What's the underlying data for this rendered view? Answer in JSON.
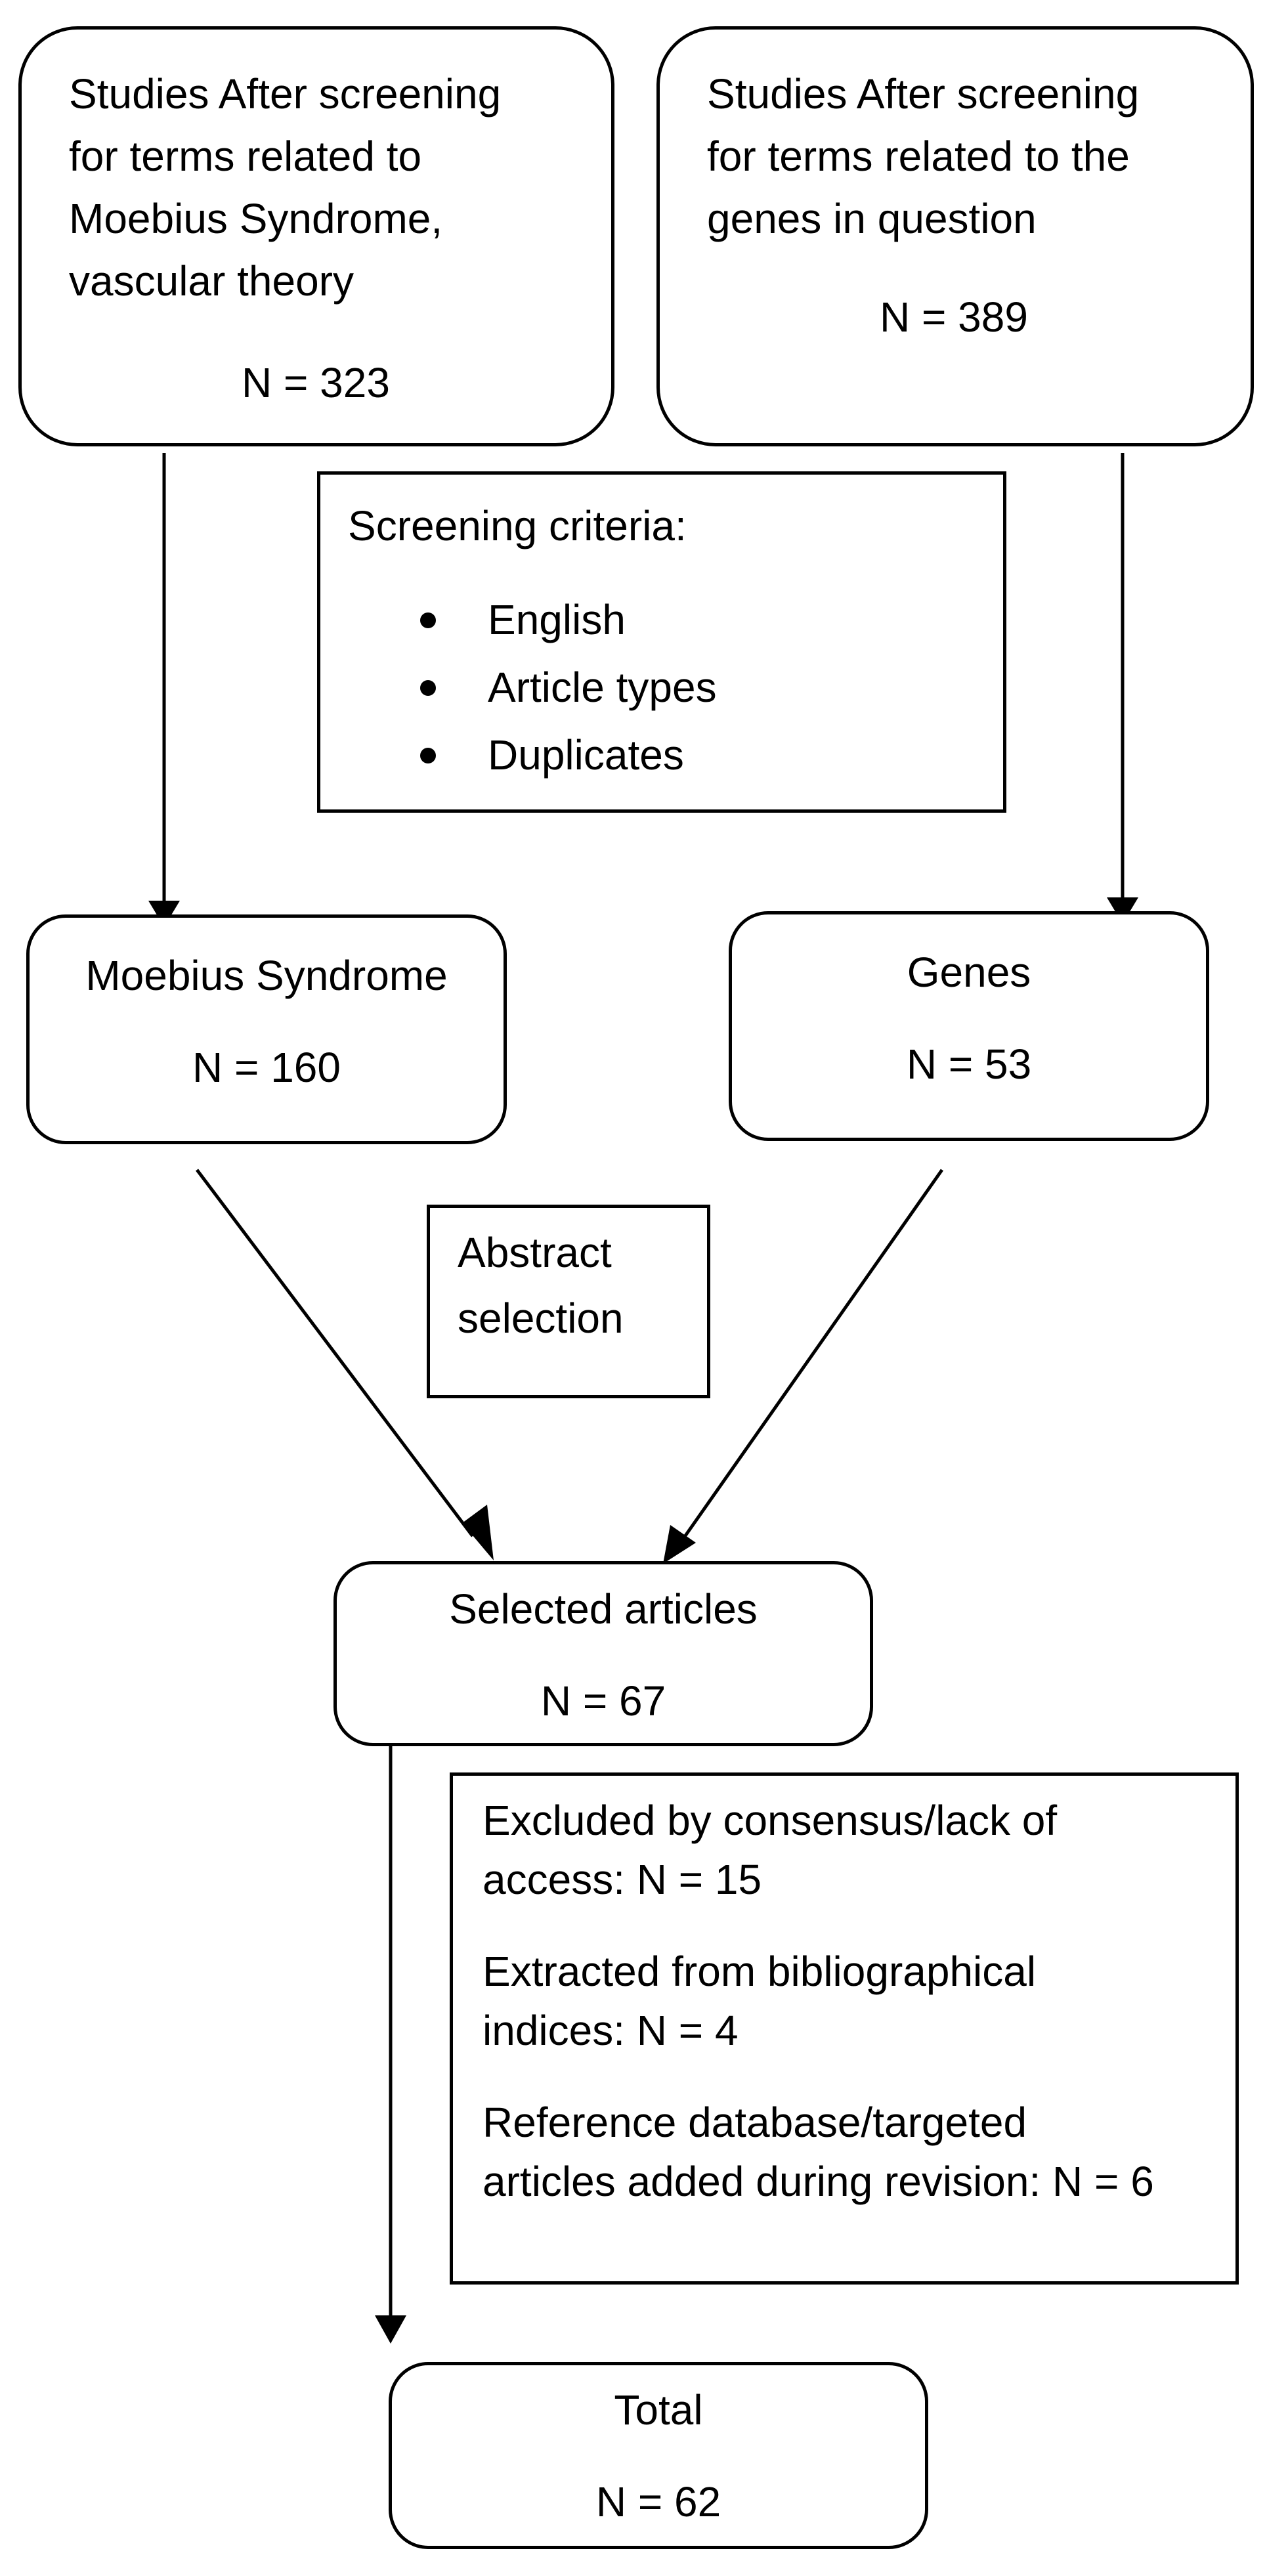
{
  "boxes": {
    "studies_moebius": {
      "lines": [
        "Studies After screening",
        "for terms related to",
        "Moebius Syndrome,",
        "vascular theory"
      ],
      "n": "N = 323"
    },
    "studies_genes": {
      "lines": [
        "Studies After screening",
        "for terms related to the",
        "genes in question"
      ],
      "n": "N = 389"
    },
    "screening": {
      "title": "Screening criteria:",
      "items": [
        "English",
        "Article types",
        "Duplicates"
      ]
    },
    "moebius": {
      "title": "Moebius Syndrome",
      "n": "N = 160"
    },
    "genes": {
      "title": "Genes",
      "n": "N = 53"
    },
    "abstract": {
      "lines": [
        "Abstract",
        "selection"
      ]
    },
    "selected": {
      "title": "Selected articles",
      "n": "N = 67"
    },
    "exclusions": {
      "lines": [
        "Excluded by consensus/lack of",
        "access: N = 15",
        "Extracted from bibliographical",
        "indices: N = 4",
        "Reference database/targeted",
        "articles added during revision: N = 6"
      ]
    },
    "total": {
      "title": "Total",
      "n": "N = 62"
    }
  }
}
